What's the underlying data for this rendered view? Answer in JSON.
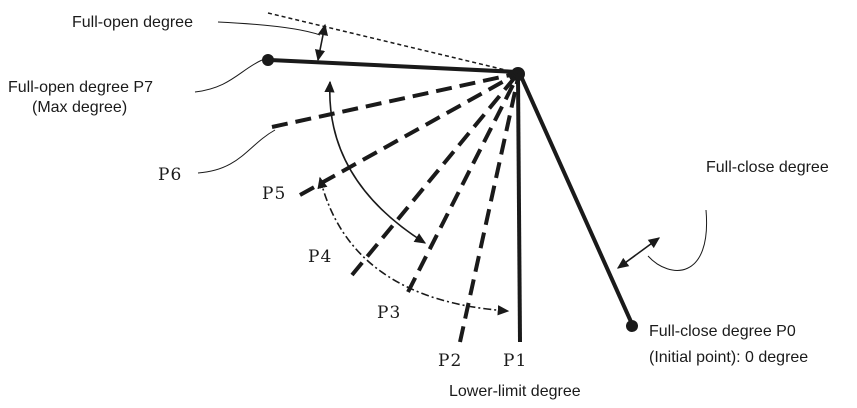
{
  "labels": {
    "full_open_degree": "Full-open degree",
    "full_open_p7": "Full-open degree P7",
    "max_degree": "(Max degree)",
    "p6": "P6",
    "p5": "P5",
    "p4": "P4",
    "p3": "P3",
    "p2": "P2",
    "p1": "P1",
    "lower_limit": "Lower-limit degree",
    "full_close_degree": "Full-close degree",
    "full_close_p0": "Full-close degree P0",
    "initial_point": "(Initial point): 0 degree"
  },
  "colors": {
    "ink": "#1a1a1a",
    "background": "#ffffff"
  }
}
